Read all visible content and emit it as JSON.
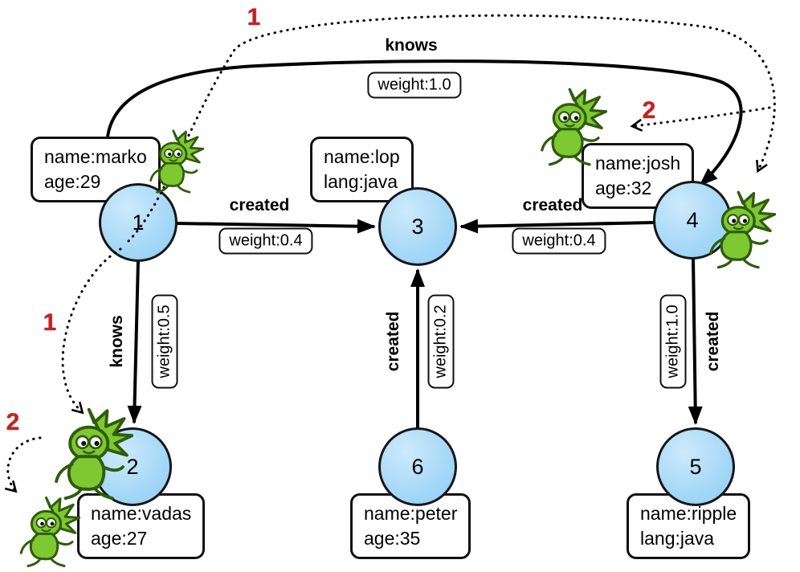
{
  "graph": {
    "vertices": [
      {
        "id": "1",
        "props": [
          "name:marko",
          "age:29"
        ]
      },
      {
        "id": "2",
        "props": [
          "name:vadas",
          "age:27"
        ]
      },
      {
        "id": "3",
        "props": [
          "name:lop",
          "lang:java"
        ]
      },
      {
        "id": "4",
        "props": [
          "name:josh",
          "age:32"
        ]
      },
      {
        "id": "5",
        "props": [
          "name:ripple",
          "lang:java"
        ]
      },
      {
        "id": "6",
        "props": [
          "name:peter",
          "age:35"
        ]
      }
    ],
    "edges": [
      {
        "from": "1",
        "to": "4",
        "label": "knows",
        "weight": "weight:1.0"
      },
      {
        "from": "1",
        "to": "3",
        "label": "created",
        "weight": "weight:0.4"
      },
      {
        "from": "4",
        "to": "3",
        "label": "created",
        "weight": "weight:0.4"
      },
      {
        "from": "1",
        "to": "2",
        "label": "knows",
        "weight": "weight:0.5"
      },
      {
        "from": "6",
        "to": "3",
        "label": "created",
        "weight": "weight:0.2"
      },
      {
        "from": "4",
        "to": "5",
        "label": "created",
        "weight": "weight:1.0"
      }
    ],
    "traversal_steps": [
      "1",
      "2",
      "1",
      "2"
    ],
    "colors": {
      "vertex_fill": "#a5d8f7",
      "edge_black": "#000000",
      "step_red": "#c42222",
      "gremlin_green": "#7ec832"
    }
  }
}
